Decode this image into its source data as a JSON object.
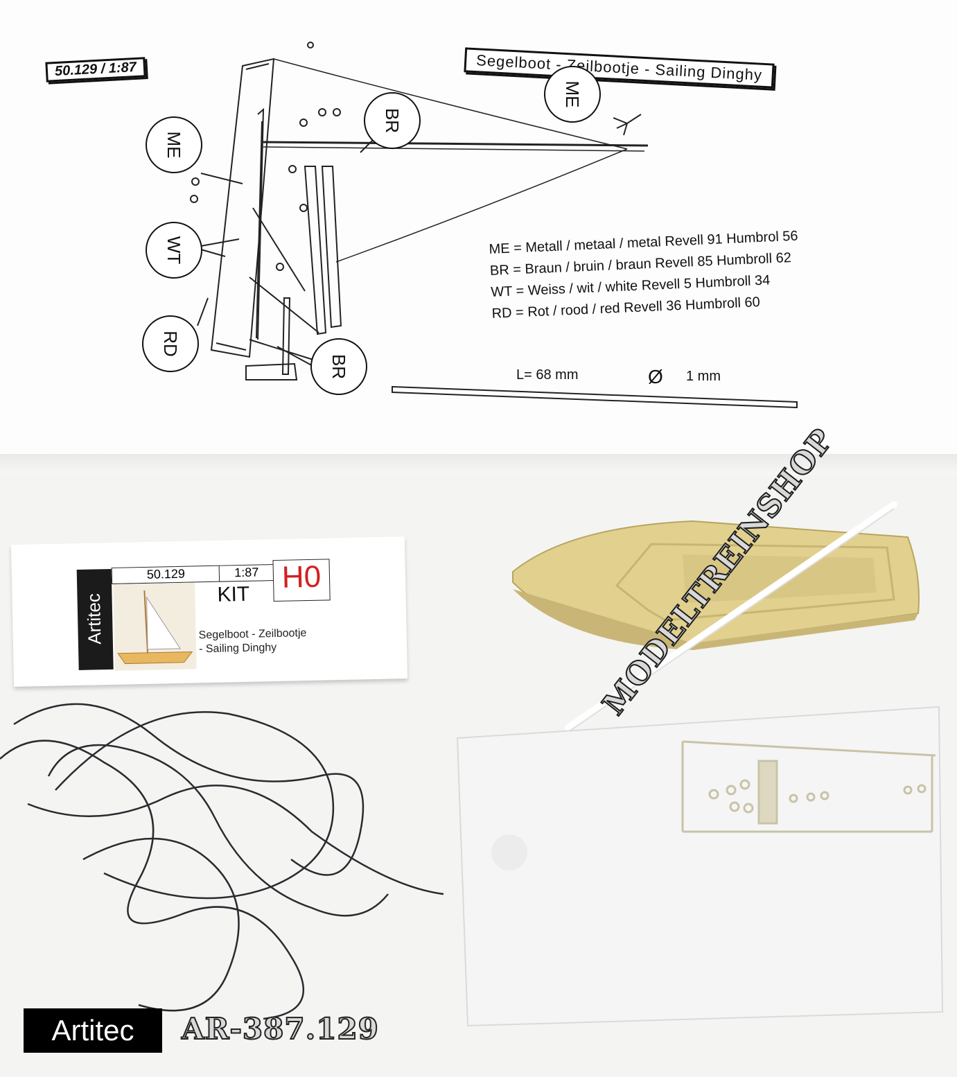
{
  "sheet": {
    "article_tag": "50.129 / 1:87",
    "title": "Segelboot - Zeilbootje - Sailing Dinghy",
    "callouts": [
      "ME",
      "BR",
      "ME",
      "WT",
      "RD",
      "BR"
    ],
    "legend": [
      "ME = Metall / metaal / metal  Revell 91 Humbrol 56",
      "BR = Braun / bruin / braun  Revell 85 Humbroll 62",
      "WT = Weiss / wit / white  Revell 5 Humbroll 34",
      "RD = Rot / rood / red  Revell 36 Humbroll 60"
    ],
    "rod_length": "L= 68 mm",
    "rod_diameter_symbol": "Ø",
    "rod_diameter": "1 mm"
  },
  "card": {
    "brand": "Artitec",
    "article_number": "50.129",
    "scale": "1:87",
    "kit_label": "KIT",
    "gauge": "H0",
    "product_name_line1": "Segelboot - Zeilbootje",
    "product_name_line2": "- Sailing Dinghy"
  },
  "footer": {
    "brand": "Artitec",
    "article_code": "AR-387.129",
    "watermark": "MODELTREINSHOP"
  },
  "colors": {
    "resin_hull": "#e2d08f",
    "brand_black": "#000000",
    "gauge_red": "#d32020",
    "thread": "#2a2a30"
  }
}
